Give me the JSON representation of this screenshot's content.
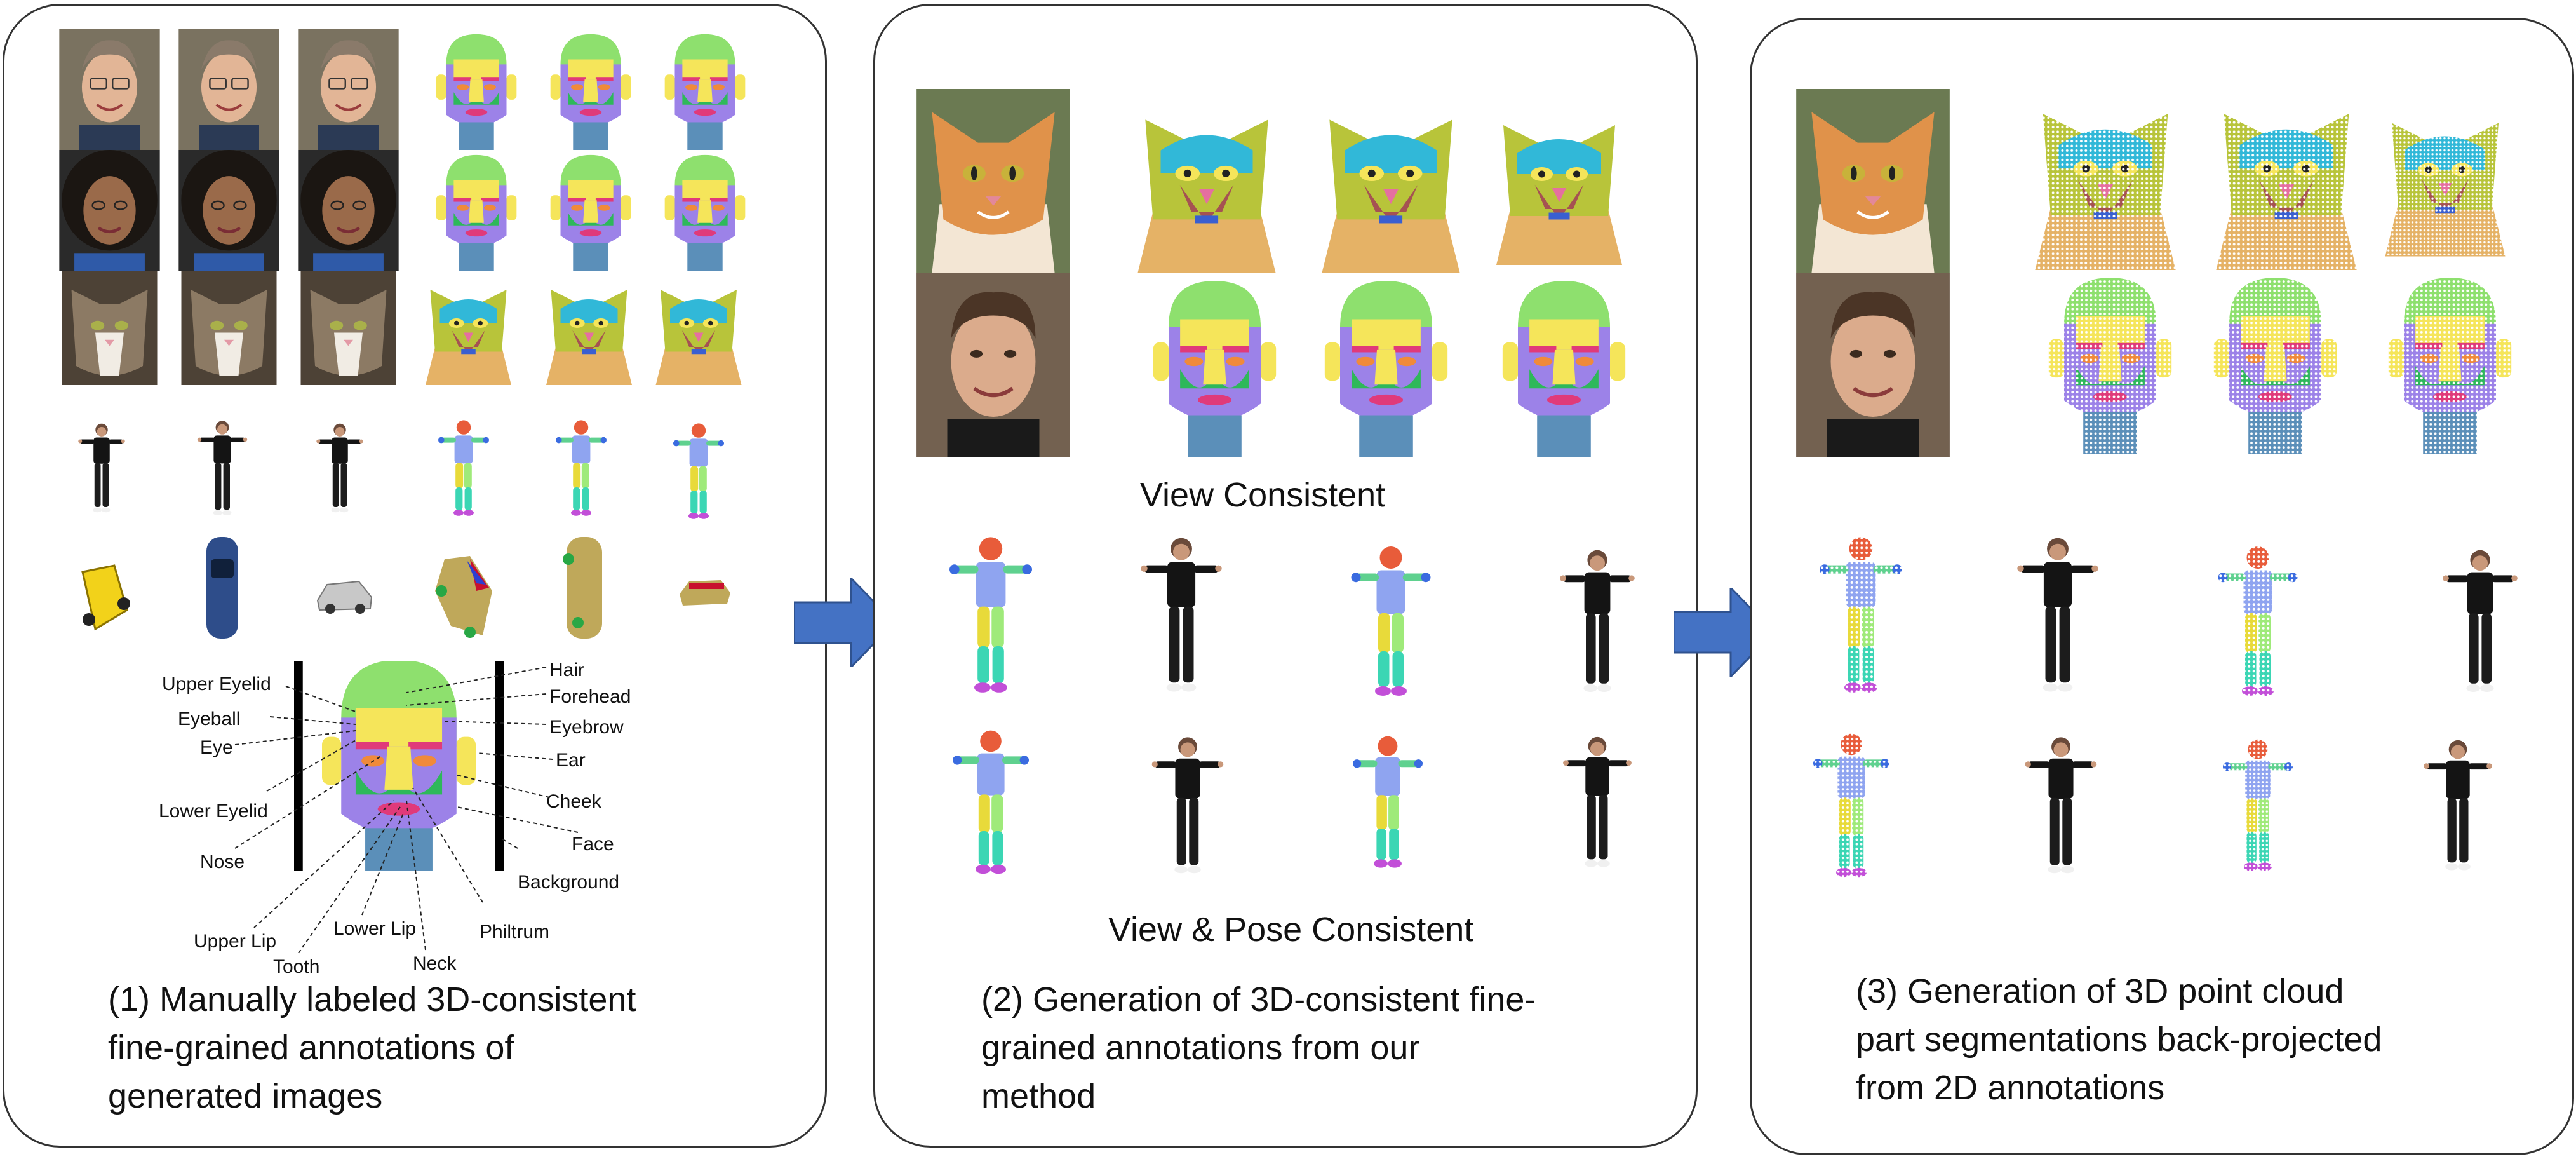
{
  "panel1": {
    "caption_lines": [
      "(1) Manually labeled 3D-consistent",
      "fine-grained annotations of",
      "generated images"
    ],
    "face_labels": {
      "upper_eyelid": "Upper Eyelid",
      "eyeball": "Eyeball",
      "eye": "Eye",
      "lower_eyelid": "Lower Eyelid",
      "nose": "Nose",
      "upper_lip": "Upper Lip",
      "tooth": "Tooth",
      "lower_lip": "Lower Lip",
      "neck": "Neck",
      "philtrum": "Philtrum",
      "background": "Background",
      "face": "Face",
      "cheek": "Cheek",
      "ear": "Ear",
      "eyebrow": "Eyebrow",
      "forehead": "Forehead",
      "hair": "Hair"
    }
  },
  "panel2": {
    "heading_view": "View Consistent",
    "heading_view_pose": "View & Pose Consistent",
    "caption_lines": [
      "(2) Generation of 3D-consistent fine-",
      "grained annotations from our",
      "method"
    ]
  },
  "panel3": {
    "caption_lines": [
      "(3) Generation of 3D point cloud",
      "part segmentations back-projected",
      "from 2D annotations"
    ]
  },
  "colors": {
    "arrow": "#4472C4",
    "hair": "#8EE06E",
    "forehead": "#F5E55A",
    "face": "#9C82E8",
    "cheek": "#2EB85A",
    "neck": "#5B8FB9",
    "eyebrow": "#E03A7A",
    "cat_head": "#31B8D8",
    "cat_body": "#E5B266",
    "cat_ear": "#B8C43A",
    "cat_nose": "#A55252"
  }
}
